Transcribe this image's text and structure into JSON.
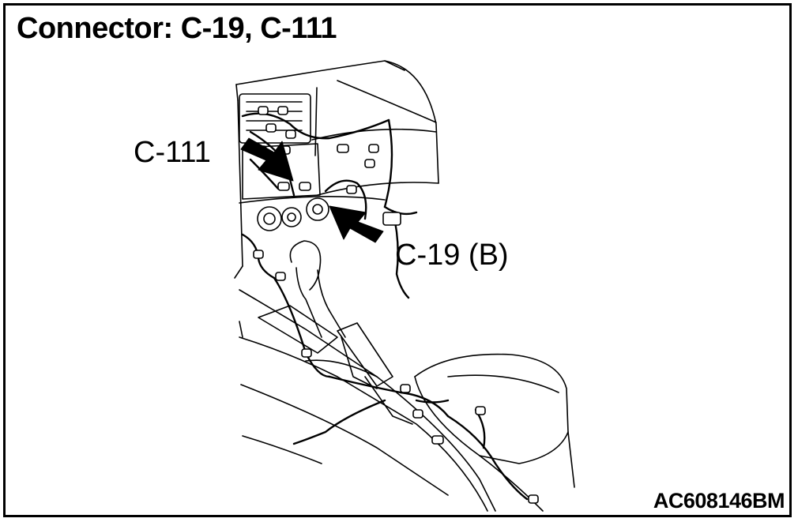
{
  "title": "Connector: C-19, C-111",
  "labels": {
    "c111": "C-111",
    "c19": "C-19 (B)"
  },
  "figure_code": "AC608146BM"
}
